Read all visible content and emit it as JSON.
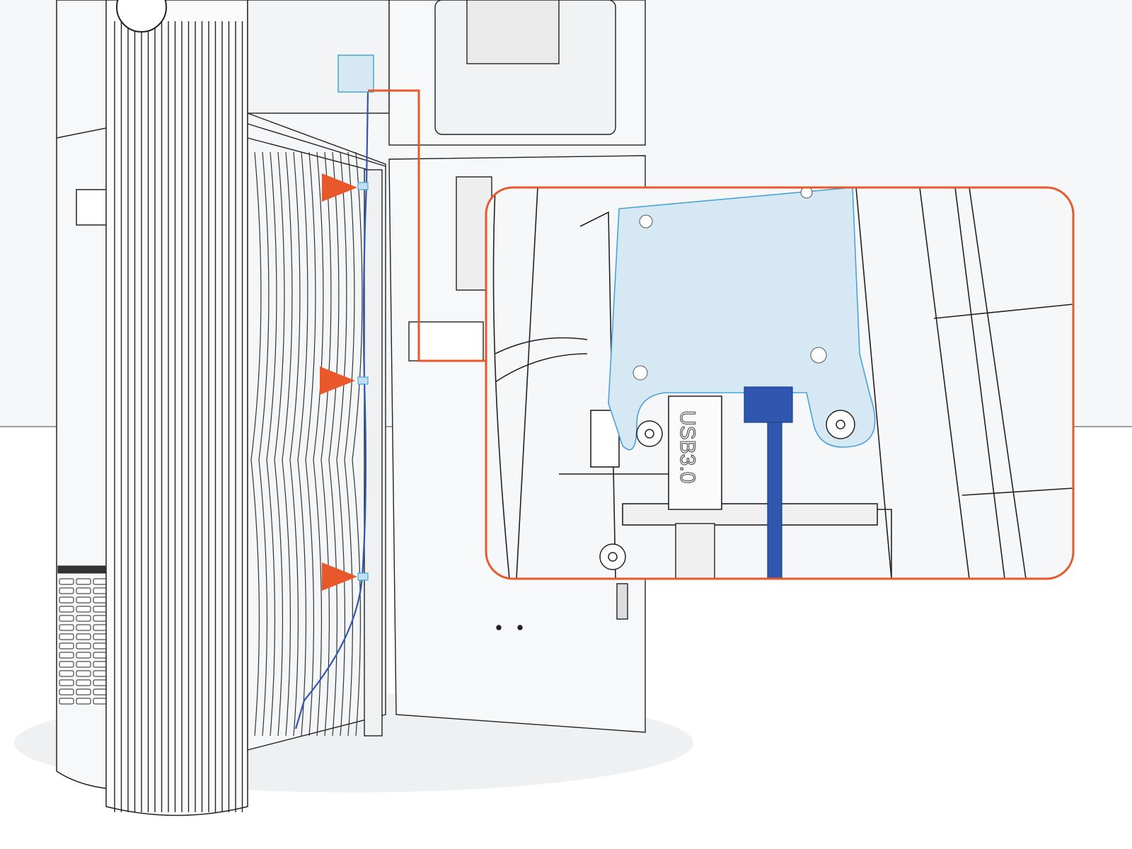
{
  "illustration": {
    "connector_label": "USB3.0",
    "icons": [
      "pointer-arrow-icon",
      "callout-frame",
      "usb-connector",
      "cable-clip"
    ],
    "colors": {
      "accent": "#e8582a",
      "cable": "#2f57b0",
      "highlight_plate": "#d6e8f3",
      "highlight_outline": "#4aa3d8",
      "line": "#222222",
      "background": "#f6f7f8"
    },
    "pointer_count": 3
  }
}
